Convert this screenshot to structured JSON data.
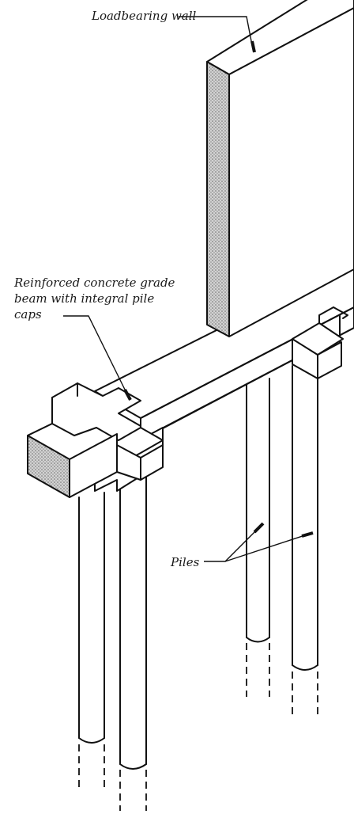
{
  "labels": {
    "loadbearing_wall": "Loadbearing wall",
    "grade_beam_line1": "Reinforced concrete grade",
    "grade_beam_line2": "beam with integral pile",
    "grade_beam_line3": "caps",
    "piles": "Piles"
  },
  "colors": {
    "line": "#111111",
    "background": "#ffffff",
    "section_hatch": "#9a9a9a"
  }
}
